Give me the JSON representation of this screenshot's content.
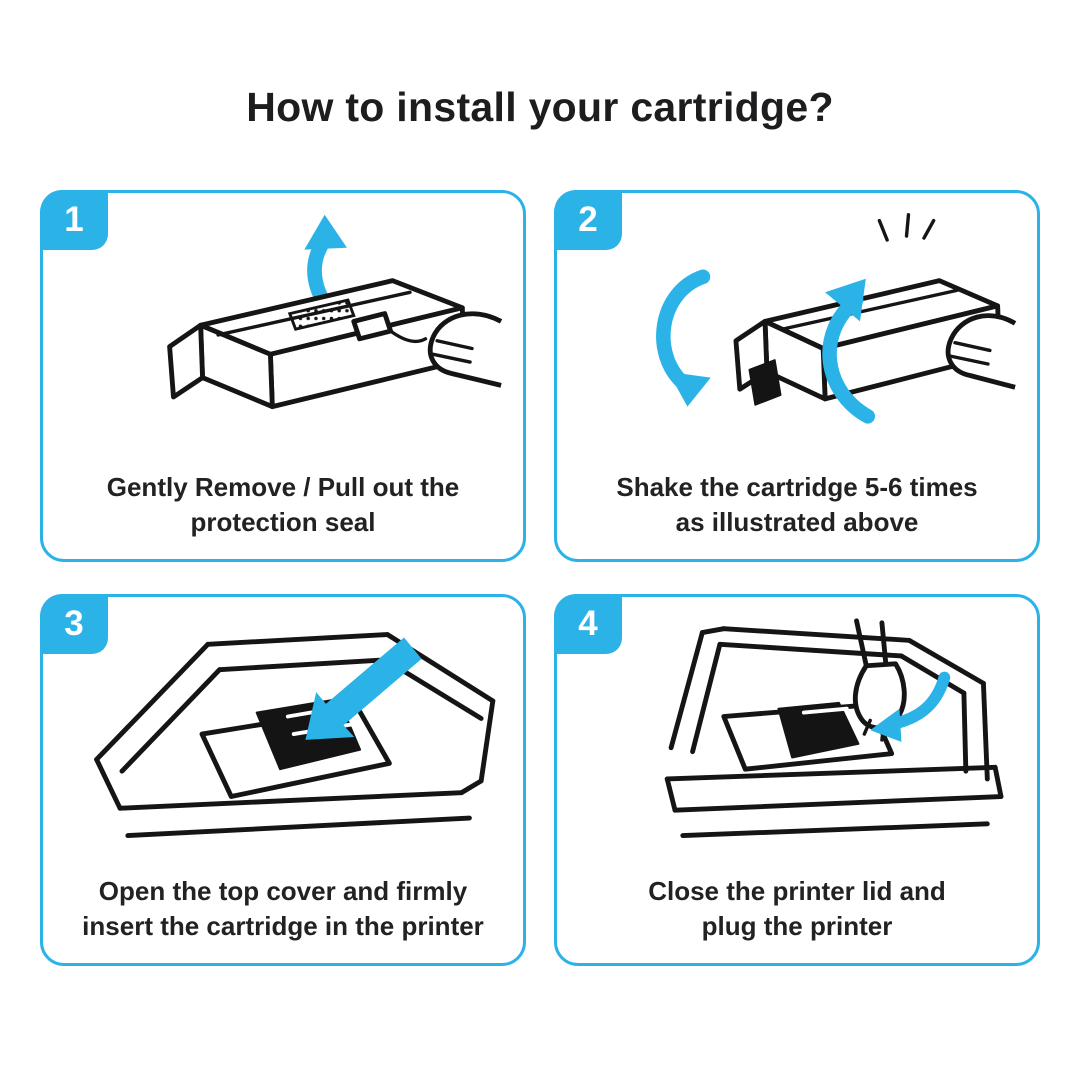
{
  "page": {
    "title": "How to install your cartridge?"
  },
  "colors": {
    "accent": "#2BB3E8",
    "ink": "#151515",
    "text": "#1D1D1F",
    "background": "#FFFFFF"
  },
  "icons": [
    "up-arrow-icon",
    "rotate-arrow-icon",
    "shake-arrow-icon",
    "insert-arrow-icon",
    "close-arrow-icon"
  ],
  "steps": [
    {
      "number": "1",
      "caption_lines": [
        "Gently Remove / Pull out the",
        "protection seal"
      ],
      "illustration": "toner-cartridge-with-hand-pulling-protection-seal-and-cyan-up-arrow"
    },
    {
      "number": "2",
      "caption_lines": [
        "Shake the cartridge 5-6 times",
        "as illustrated above"
      ],
      "illustration": "toner-cartridge-with-two-cyan-rotation-arrows-and-hand"
    },
    {
      "number": "3",
      "caption_lines": [
        "Open the top cover and firmly",
        "insert the cartridge in the printer"
      ],
      "illustration": "open-printer-with-cartridge-and-cyan-diagonal-insert-arrow"
    },
    {
      "number": "4",
      "caption_lines": [
        "Close the printer lid and",
        "plug the printer"
      ],
      "illustration": "printer-with-hand-closing-lid-and-cyan-curved-arrow"
    }
  ]
}
